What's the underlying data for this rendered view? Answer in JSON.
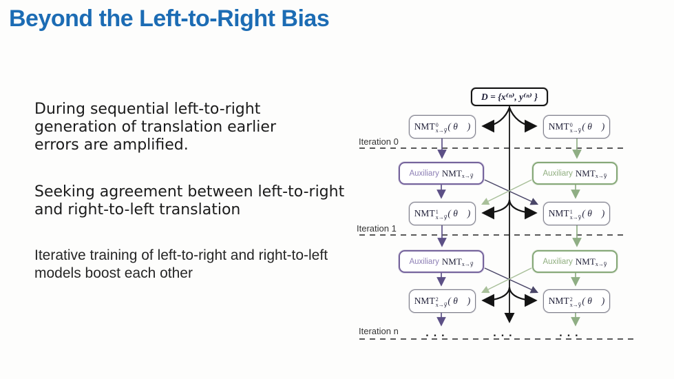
{
  "slide": {
    "title": "Beyond the Left-to-Right Bias",
    "bullets": [
      "During sequential left-to-right generation of translation earlier errors are amplified.",
      "Seeking agreement between left-to-right and right-to-left translation",
      "Iterative training of left-to-right and right-to-left models boost each other"
    ]
  },
  "diagram": {
    "dataset_box": "D = {x⁽ⁿ⁾, y⁽ⁿ⁾ }",
    "iteration_labels": [
      "Iteration 0",
      "Iteration 1",
      "Iteration n"
    ],
    "dots": ". . .",
    "boxes": {
      "nmt0_l": {
        "base": "NMT",
        "sup": "0",
        "sub": "x→y⃗",
        "param": "( θ⃗ )"
      },
      "nmt0_r": {
        "base": "NMT",
        "sup": "0",
        "sub": "x→y⃖",
        "param": "( θ⃖ )"
      },
      "aux1_l": {
        "aux": "Auxiliary",
        "base": "NMT",
        "sub": "x→y⃗"
      },
      "aux1_r": {
        "aux": "Auxiliary",
        "base": "NMT",
        "sub": "x→y⃖"
      },
      "nmt1_l": {
        "base": "NMT",
        "sup": "1",
        "sub": "x→y⃗",
        "param": "( θ⃗ )"
      },
      "nmt1_r": {
        "base": "NMT",
        "sup": "1",
        "sub": "x→y⃖",
        "param": "( θ⃖ )"
      },
      "aux2_l": {
        "aux": "Auxiliary",
        "base": "NMT",
        "sub": "x→y⃗"
      },
      "aux2_r": {
        "aux": "Auxiliary",
        "base": "NMT",
        "sub": "x→y⃖"
      },
      "nmt2_l": {
        "base": "NMT",
        "sup": "2",
        "sub": "x→y⃗",
        "param": "( θ⃗ )"
      },
      "nmt2_r": {
        "base": "NMT",
        "sup": "2",
        "sub": "x→y⃖",
        "param": "( θ⃖ )"
      }
    },
    "colors": {
      "title_blue": "#1c6cb4",
      "ltr_purple": "#5c5086",
      "rtl_green": "#8fae84",
      "cross_purple": "#4a4668",
      "cross_green": "#a9c09a",
      "box_border_gray": "#7d7d8a"
    }
  }
}
